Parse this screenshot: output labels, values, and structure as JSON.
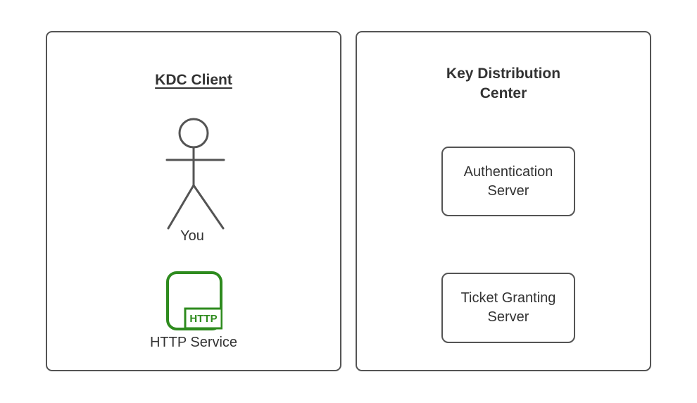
{
  "colors": {
    "background": "#ffffff",
    "panel_border": "#545454",
    "shape_stroke": "#545454",
    "text": "#333333",
    "service_green": "#2E8B1E"
  },
  "client_panel": {
    "title": "KDC Client",
    "actor": {
      "icon": "stick-figure-icon",
      "label": "You"
    },
    "service": {
      "icon": "http-service-icon",
      "badge": "HTTP",
      "label": "HTTP Service"
    }
  },
  "kdc_panel": {
    "title": "Key Distribution Center",
    "nodes": [
      {
        "label": "Authentication Server"
      },
      {
        "label": "Ticket Granting Server"
      }
    ]
  }
}
